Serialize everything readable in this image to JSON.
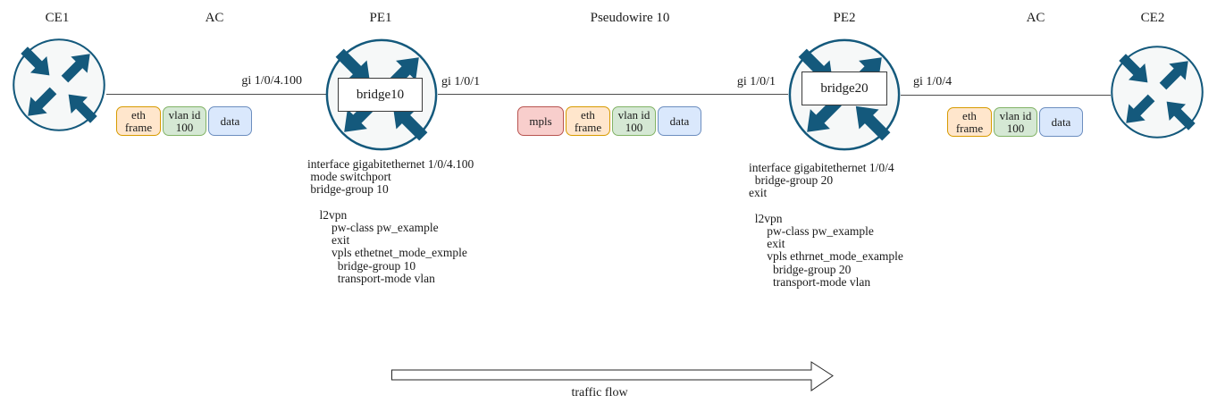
{
  "colors": {
    "router-stroke": "#14597c",
    "router-fill": "#f6f8f8",
    "router-arrow": "#14597c",
    "line": "#4d4d4d",
    "text": "#1a1a1a",
    "bridge-stroke": "#3b3b3b",
    "mpls-fill": "#f8cecc",
    "mpls-stroke": "#b85450",
    "eth-fill": "#ffe6cc",
    "eth-stroke": "#d79b00",
    "vlan-fill": "#d5e8d4",
    "vlan-stroke": "#82b366",
    "data-fill": "#dae8fc",
    "data-stroke": "#6c8ebf"
  },
  "icons": {
    "router": "router-4-arrows-icon",
    "traffic_arrow": "right-arrow-outline-icon"
  },
  "nodes": {
    "ce1": {
      "label": "CE1"
    },
    "pe1": {
      "label": "PE1",
      "bridge_label": "bridge10"
    },
    "pe2": {
      "label": "PE2",
      "bridge_label": "bridge20"
    },
    "ce2": {
      "label": "CE2"
    }
  },
  "segment_labels": {
    "ac_left": "AC",
    "pseudowire": "Pseudowire 10",
    "ac_right": "AC"
  },
  "interface_labels": {
    "ce1_pe1": "gi 1/0/4.100",
    "pe1_core": "gi 1/0/1",
    "pe2_core": "gi 1/0/1",
    "pe2_ce2": "gi 1/0/4"
  },
  "frames": {
    "ac_left": {
      "eth": {
        "line1": "eth",
        "line2": "frame"
      },
      "vlan": {
        "line1": "vlan id",
        "line2": "100"
      },
      "data": {
        "line1": "data"
      }
    },
    "pseudowire": {
      "mpls": {
        "line1": "mpls"
      },
      "eth": {
        "line1": "eth",
        "line2": "frame"
      },
      "vlan": {
        "line1": "vlan id",
        "line2": "100"
      },
      "data": {
        "line1": "data"
      }
    },
    "ac_right": {
      "eth": {
        "line1": "eth",
        "line2": "frame"
      },
      "vlan": {
        "line1": "vlan id",
        "line2": "100"
      },
      "data": {
        "line1": "data"
      }
    }
  },
  "configs": {
    "pe1": "interface gigabitethernet 1/0/4.100\n mode switchport\n bridge-group 10\n\n    l2vpn\n        pw-class pw_example\n        exit\n        vpls ethetnet_mode_exmple\n          bridge-group 10\n          transport-mode vlan",
    "pe2": "interface gigabitethernet 1/0/4\n  bridge-group 20\nexit\n\n  l2vpn\n      pw-class pw_example\n      exit\n      vpls ethrnet_mode_example\n        bridge-group 20\n        transport-mode vlan"
  },
  "traffic_flow_label": "traffic flow"
}
